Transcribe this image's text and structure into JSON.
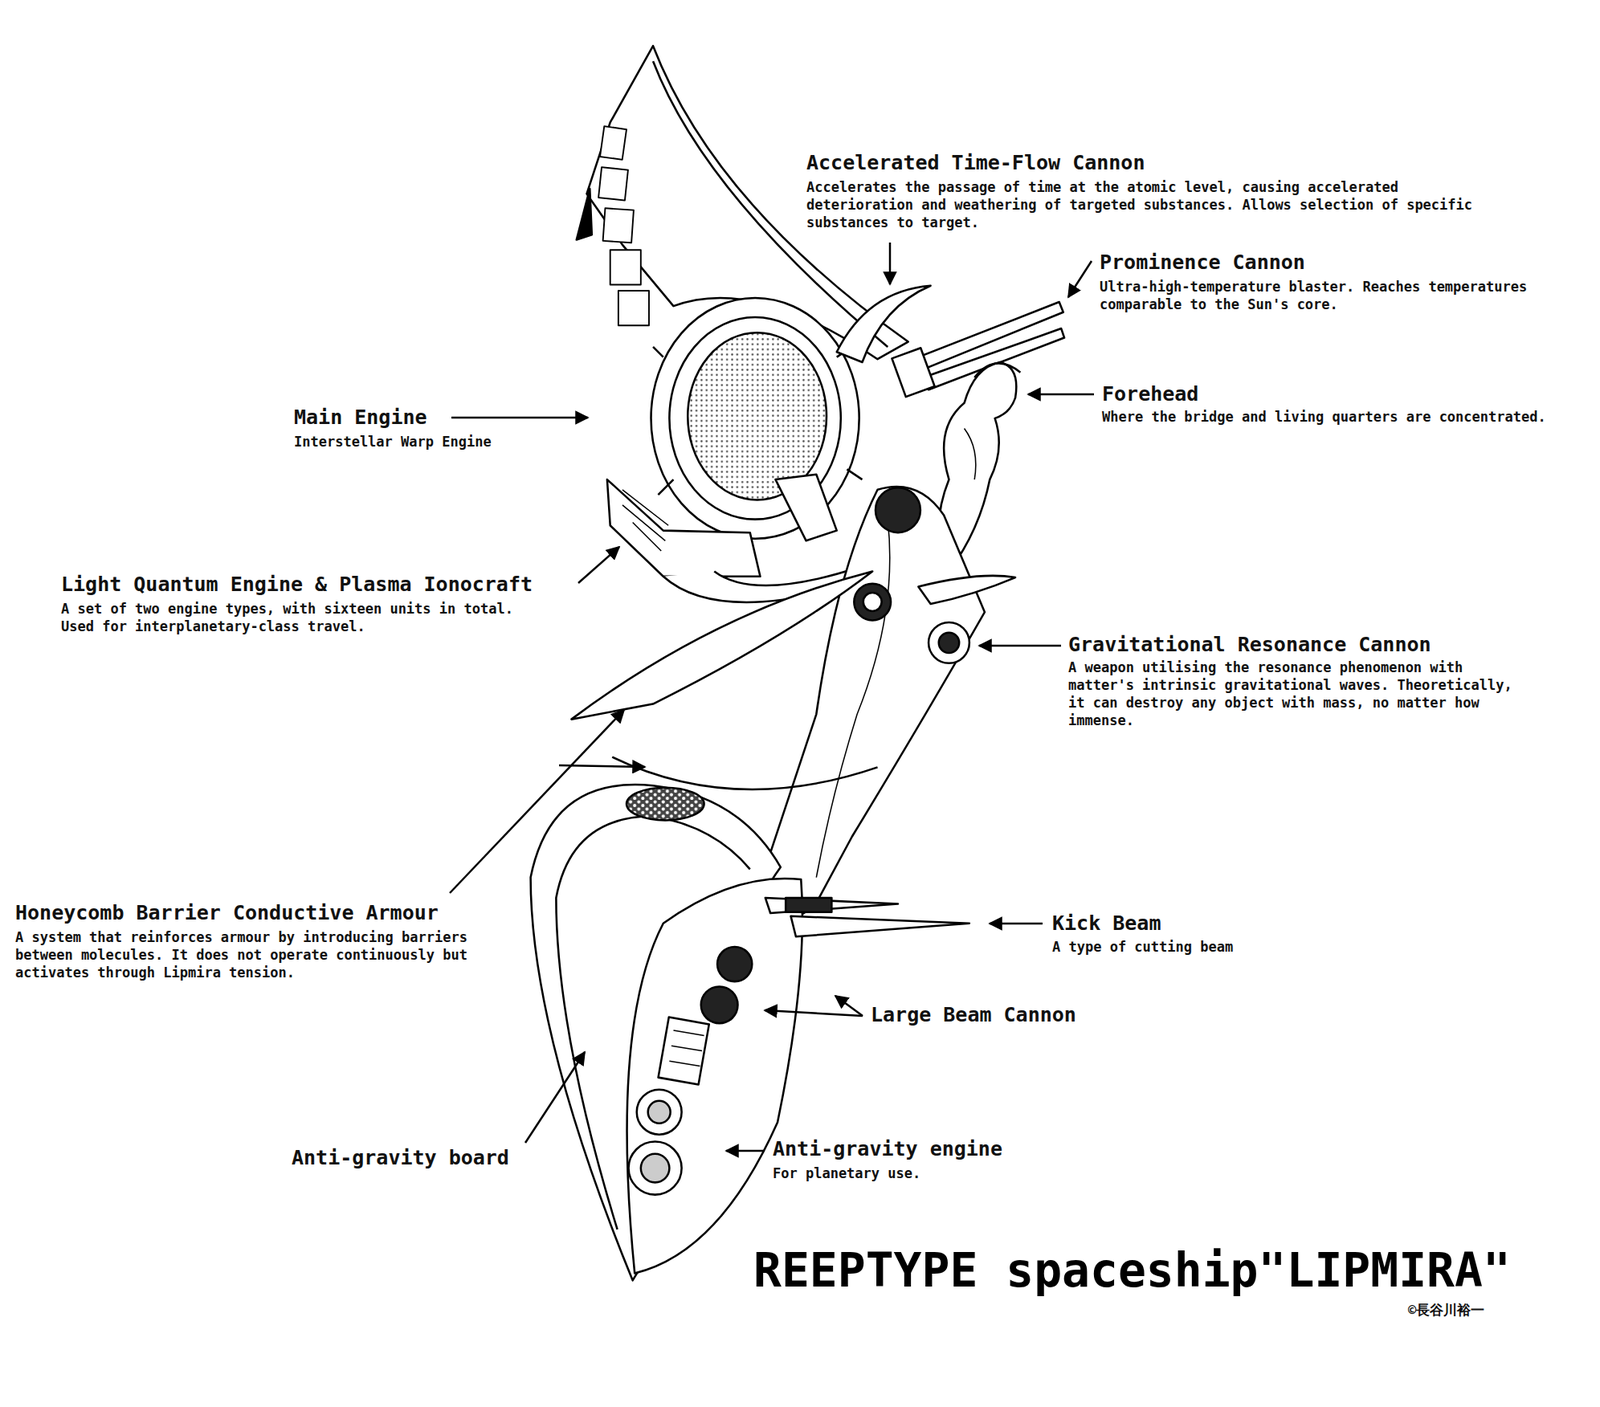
{
  "diagram": {
    "title": "REEPTYPE spaceship\"LIPMIRA\"",
    "labels": [
      "Accelerated Time-Flow Cannon",
      "Accelerates the passage of time at the atomic level, causing accelerated deterioration and weathering of targeted substances. Allows selection of specific substances to target.",
      "Prominence Cannon",
      "Ultra-high-temperature blaster. Reaches temperatures comparable to the Sun's core.",
      "Forehead",
      "Where the bridge and living quarters are concentrated.",
      "Main Engine",
      "Interstellar Warp Engine",
      "Light Quantum Engine & Plasma Ionocraft",
      "A set of two engine types, with sixteen units in total. Used for interplanetary-class travel.",
      "Gravitational Resonance Cannon",
      "A weapon utilising the resonance phenomenon with matter's intrinsic gravitational waves. Theoretically, it can destroy any object with mass, no matter how immense.",
      "Honeycomb Barrier Conductive Armour",
      "A system that reinforces armour by introducing barriers between molecules. It does not operate continuously but activates through Lipmira tension.",
      "Kick Beam",
      "A type of cutting beam",
      "Large Beam Cannon",
      "Anti-gravity board",
      "Anti-gravity engine",
      "For planetary use.",
      "©長谷川裕一"
    ]
  }
}
